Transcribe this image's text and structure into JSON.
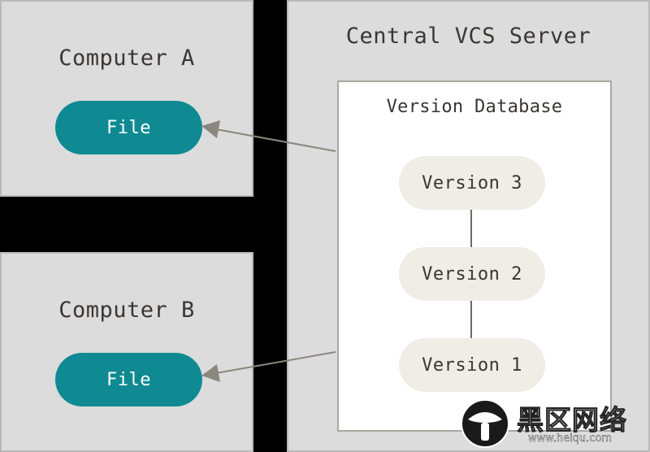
{
  "computer_a": {
    "title": "Computer A",
    "file_label": "File"
  },
  "computer_b": {
    "title": "Computer B",
    "file_label": "File"
  },
  "server": {
    "title": "Central VCS Server",
    "database": {
      "title": "Version Database",
      "versions": [
        "Version 3",
        "Version 2",
        "Version 1"
      ]
    }
  },
  "watermark": {
    "brand": "黑区网络",
    "url": "www.heiqu.com"
  },
  "colors": {
    "file_pill": "#0f8a93",
    "panel": "#dcdcdc",
    "version_pill": "#efede6",
    "arrow": "#8a877e"
  }
}
